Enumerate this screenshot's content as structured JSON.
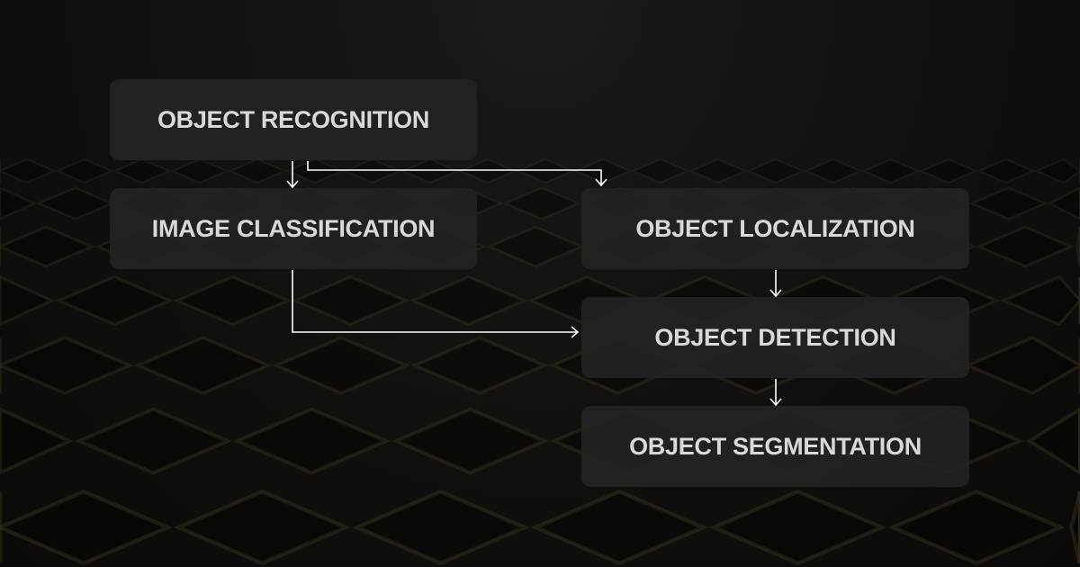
{
  "nodes": [
    {
      "id": "recognition",
      "label": "OBJECT RECOGNITION"
    },
    {
      "id": "classification",
      "label": "IMAGE CLASSIFICATION"
    },
    {
      "id": "localization",
      "label": "OBJECT LOCALIZATION"
    },
    {
      "id": "detection",
      "label": "OBJECT DETECTION"
    },
    {
      "id": "segmentation",
      "label": "OBJECT SEGMENTATION"
    }
  ],
  "edges": [
    {
      "from": "recognition",
      "to": "classification"
    },
    {
      "from": "recognition",
      "to": "localization"
    },
    {
      "from": "classification",
      "to": "detection"
    },
    {
      "from": "localization",
      "to": "detection"
    },
    {
      "from": "detection",
      "to": "segmentation"
    }
  ],
  "colors": {
    "box": "#222222",
    "text": "#d9d9d9",
    "arrow": "#ffffff",
    "grid": "#5a4f2c"
  }
}
